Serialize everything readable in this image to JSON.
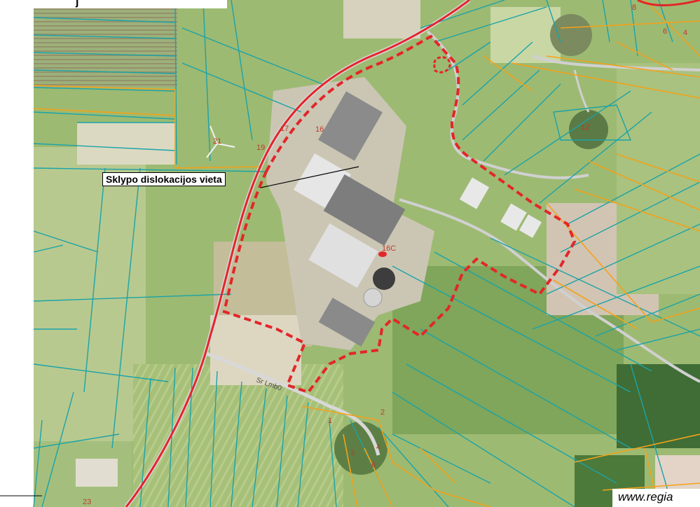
{
  "map": {
    "callout_label": "Sklypo dislokacijos vieta",
    "corner_title": "j",
    "website": "www.regia",
    "road_label": "Sr Lmb0",
    "parcel_numbers": [
      {
        "id": "n21",
        "text": "21"
      },
      {
        "id": "n19",
        "text": "19"
      },
      {
        "id": "n17",
        "text": "17"
      },
      {
        "id": "n16",
        "text": "16"
      },
      {
        "id": "n16c",
        "text": "16C"
      },
      {
        "id": "n12",
        "text": "12"
      },
      {
        "id": "n8",
        "text": "8"
      },
      {
        "id": "n6",
        "text": "6"
      },
      {
        "id": "n4a",
        "text": "4"
      },
      {
        "id": "n2",
        "text": "2"
      },
      {
        "id": "n1",
        "text": "1"
      },
      {
        "id": "n4b",
        "text": "4"
      },
      {
        "id": "n3",
        "text": "3"
      },
      {
        "id": "n6b",
        "text": "6"
      },
      {
        "id": "n23",
        "text": "23"
      }
    ],
    "colors": {
      "cadastre_teal": "#1aa3a8",
      "cadastre_orange": "#f3a21a",
      "site_boundary": "#e3262a",
      "field_light": "#cfd9a3",
      "field_green": "#8fb46a",
      "forest": "#3f6d35",
      "farm_yard": "#cbc6b4"
    }
  }
}
